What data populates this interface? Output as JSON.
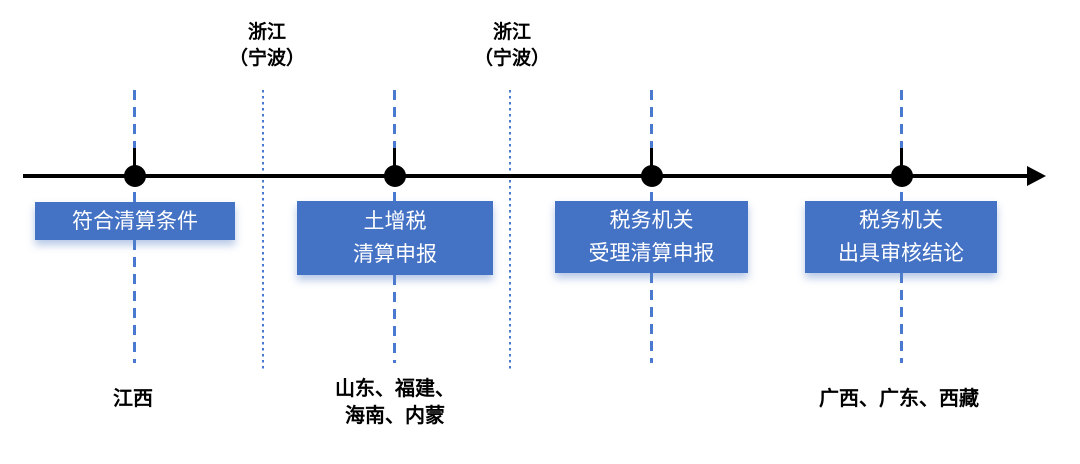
{
  "diagram": {
    "type": "timeline",
    "colors": {
      "accent_blue": "#4472C4",
      "axis_black": "#000000",
      "box_text_white": "#FFFFFF"
    },
    "milestones": [
      {
        "box_line1": "符合清算条件",
        "box_line2": "",
        "note_line1": "江西",
        "note_line2": ""
      },
      {
        "box_line1": "土增税",
        "box_line2": "清算申报",
        "note_line1": "山东、福建、",
        "note_line2": "海南、内蒙"
      },
      {
        "box_line1": "税务机关",
        "box_line2": "受理清算申报",
        "note_line1": "",
        "note_line2": ""
      },
      {
        "box_line1": "税务机关",
        "box_line2": "出具审核结论",
        "note_line1": "广西、广东、西藏",
        "note_line2": ""
      }
    ],
    "separators": [
      {
        "line1": "浙江",
        "line2": "（宁波）"
      },
      {
        "line1": "浙江",
        "line2": "（宁波）"
      }
    ]
  }
}
